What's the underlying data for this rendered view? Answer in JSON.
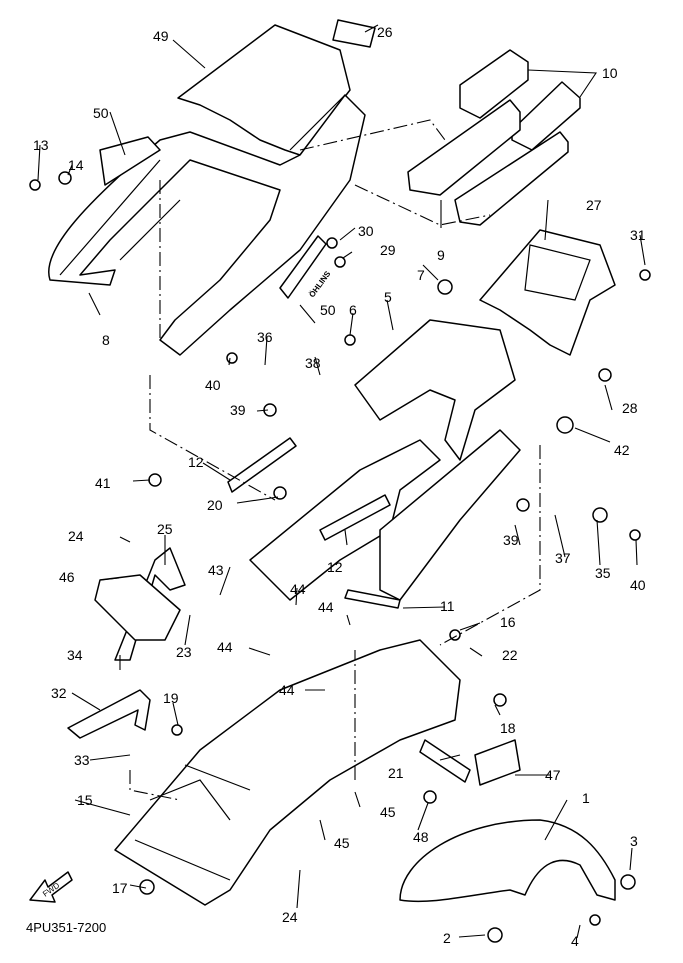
{
  "diagram": {
    "title_code": "4PU351-7200",
    "direction_badge": "FWD",
    "callouts": [
      {
        "id": "49",
        "text": "49"
      },
      {
        "id": "26",
        "text": "26"
      },
      {
        "id": "10",
        "text": "10"
      },
      {
        "id": "50a",
        "text": "50"
      },
      {
        "id": "13",
        "text": "13"
      },
      {
        "id": "14",
        "text": "14"
      },
      {
        "id": "9",
        "text": "9"
      },
      {
        "id": "27",
        "text": "27"
      },
      {
        "id": "31",
        "text": "31"
      },
      {
        "id": "30",
        "text": "30"
      },
      {
        "id": "29",
        "text": "29"
      },
      {
        "id": "7",
        "text": "7"
      },
      {
        "id": "5",
        "text": "5"
      },
      {
        "id": "6",
        "text": "6"
      },
      {
        "id": "8",
        "text": "8"
      },
      {
        "id": "50b",
        "text": "50"
      },
      {
        "id": "36",
        "text": "36"
      },
      {
        "id": "38",
        "text": "38"
      },
      {
        "id": "40a",
        "text": "40"
      },
      {
        "id": "39a",
        "text": "39"
      },
      {
        "id": "28",
        "text": "28"
      },
      {
        "id": "42",
        "text": "42"
      },
      {
        "id": "12a",
        "text": "12"
      },
      {
        "id": "41",
        "text": "41"
      },
      {
        "id": "20",
        "text": "20"
      },
      {
        "id": "24a",
        "text": "24"
      },
      {
        "id": "25",
        "text": "25"
      },
      {
        "id": "46",
        "text": "46"
      },
      {
        "id": "43",
        "text": "43"
      },
      {
        "id": "12b",
        "text": "12"
      },
      {
        "id": "39b",
        "text": "39"
      },
      {
        "id": "37",
        "text": "37"
      },
      {
        "id": "35",
        "text": "35"
      },
      {
        "id": "40b",
        "text": "40"
      },
      {
        "id": "11",
        "text": "11"
      },
      {
        "id": "44a",
        "text": "44"
      },
      {
        "id": "44b",
        "text": "44"
      },
      {
        "id": "44c",
        "text": "44"
      },
      {
        "id": "44d",
        "text": "44"
      },
      {
        "id": "23",
        "text": "23"
      },
      {
        "id": "16",
        "text": "16"
      },
      {
        "id": "22",
        "text": "22"
      },
      {
        "id": "34",
        "text": "34"
      },
      {
        "id": "32",
        "text": "32"
      },
      {
        "id": "19",
        "text": "19"
      },
      {
        "id": "18",
        "text": "18"
      },
      {
        "id": "33",
        "text": "33"
      },
      {
        "id": "21",
        "text": "21"
      },
      {
        "id": "47",
        "text": "47"
      },
      {
        "id": "15",
        "text": "15"
      },
      {
        "id": "45a",
        "text": "45"
      },
      {
        "id": "45b",
        "text": "45"
      },
      {
        "id": "48",
        "text": "48"
      },
      {
        "id": "1",
        "text": "1"
      },
      {
        "id": "3",
        "text": "3"
      },
      {
        "id": "17",
        "text": "17"
      },
      {
        "id": "24b",
        "text": "24"
      },
      {
        "id": "4",
        "text": "4"
      },
      {
        "id": "2",
        "text": "2"
      }
    ],
    "brand_decal": "ÖHLINS"
  }
}
